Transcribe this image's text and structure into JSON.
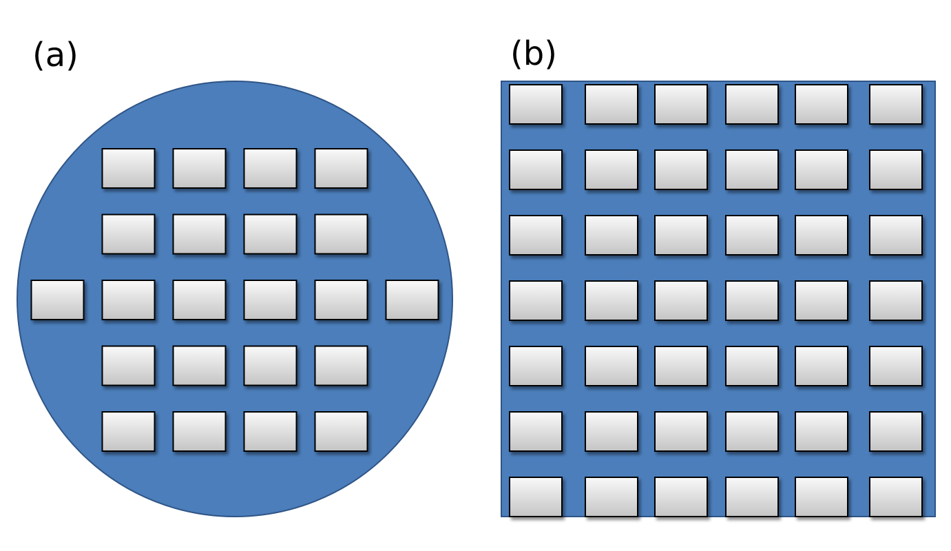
{
  "figure": {
    "panels": [
      {
        "id": "a",
        "label": "(a)",
        "substrate_shape": "circle",
        "die_rows": [
          4,
          4,
          6,
          4,
          4
        ],
        "die_count": 22
      },
      {
        "id": "b",
        "label": "(b)",
        "substrate_shape": "square",
        "die_rows": [
          6,
          6,
          6,
          6,
          6,
          6,
          6
        ],
        "die_count": 42
      }
    ],
    "colors": {
      "substrate_fill": "#4b7ebb",
      "substrate_stroke": "#2f5486",
      "die_gradient_top": "#f9f9f9",
      "die_gradient_bottom": "#c4c4c4",
      "die_stroke": "#000000"
    }
  }
}
